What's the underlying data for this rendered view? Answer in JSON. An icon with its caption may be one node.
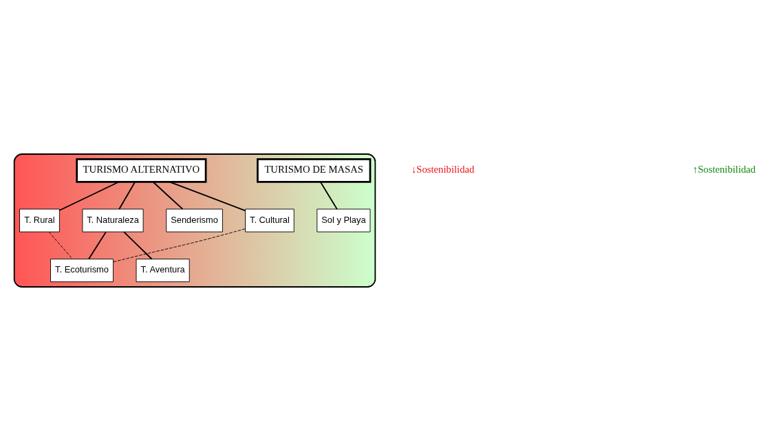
{
  "diagram": {
    "nodes": [
      {
        "text": [],
        "shape": "ellipse"
      },
      {
        "text": [
          "TURISMO DE MASAS"
        ],
        "in": 0
      },
      {
        "text": [
          "Sol y Playa"
        ],
        "in": 0
      },
      {
        "text": [
          "TURISMO ALTERNATIVO"
        ],
        "in": 0
      },
      {
        "text": [
          "T. Rural"
        ],
        "in": 0
      },
      {
        "text": [
          "T. Naturaleza"
        ],
        "in": 0
      },
      {
        "text": [
          "Senderismo"
        ],
        "in": 0
      },
      {
        "text": [
          "T. Ecoturismo"
        ],
        "in": 0
      },
      {
        "text": [
          "T. Cultural"
        ],
        "in": 0
      },
      {
        "text": [
          "T. Aventura"
        ],
        "in": 0
      }
    ],
    "edges": [
      {
        "from": 1,
        "to": 2,
        "arrow": "none"
      },
      {
        "from": 3,
        "to": 8,
        "arrow": "none"
      },
      {
        "from": 3,
        "to": 4,
        "arrow": "none"
      },
      {
        "from": 3,
        "to": 6,
        "arrow": "none"
      },
      {
        "from": 3,
        "to": 5,
        "arrow": "none"
      },
      {
        "from": 5,
        "to": 9,
        "arrow": "none"
      },
      {
        "from": 5,
        "to": 7,
        "arrow": "none"
      },
      {
        "from": 4,
        "to": 7,
        "arrow": "none",
        "style": "dashed"
      },
      {
        "from": 7,
        "to": 8,
        "arrow": "none",
        "style": "dashed"
      }
    ],
    "labels": [
      "↓Sostenibilidad",
      "↑Sostenibilidad"
    ]
  }
}
